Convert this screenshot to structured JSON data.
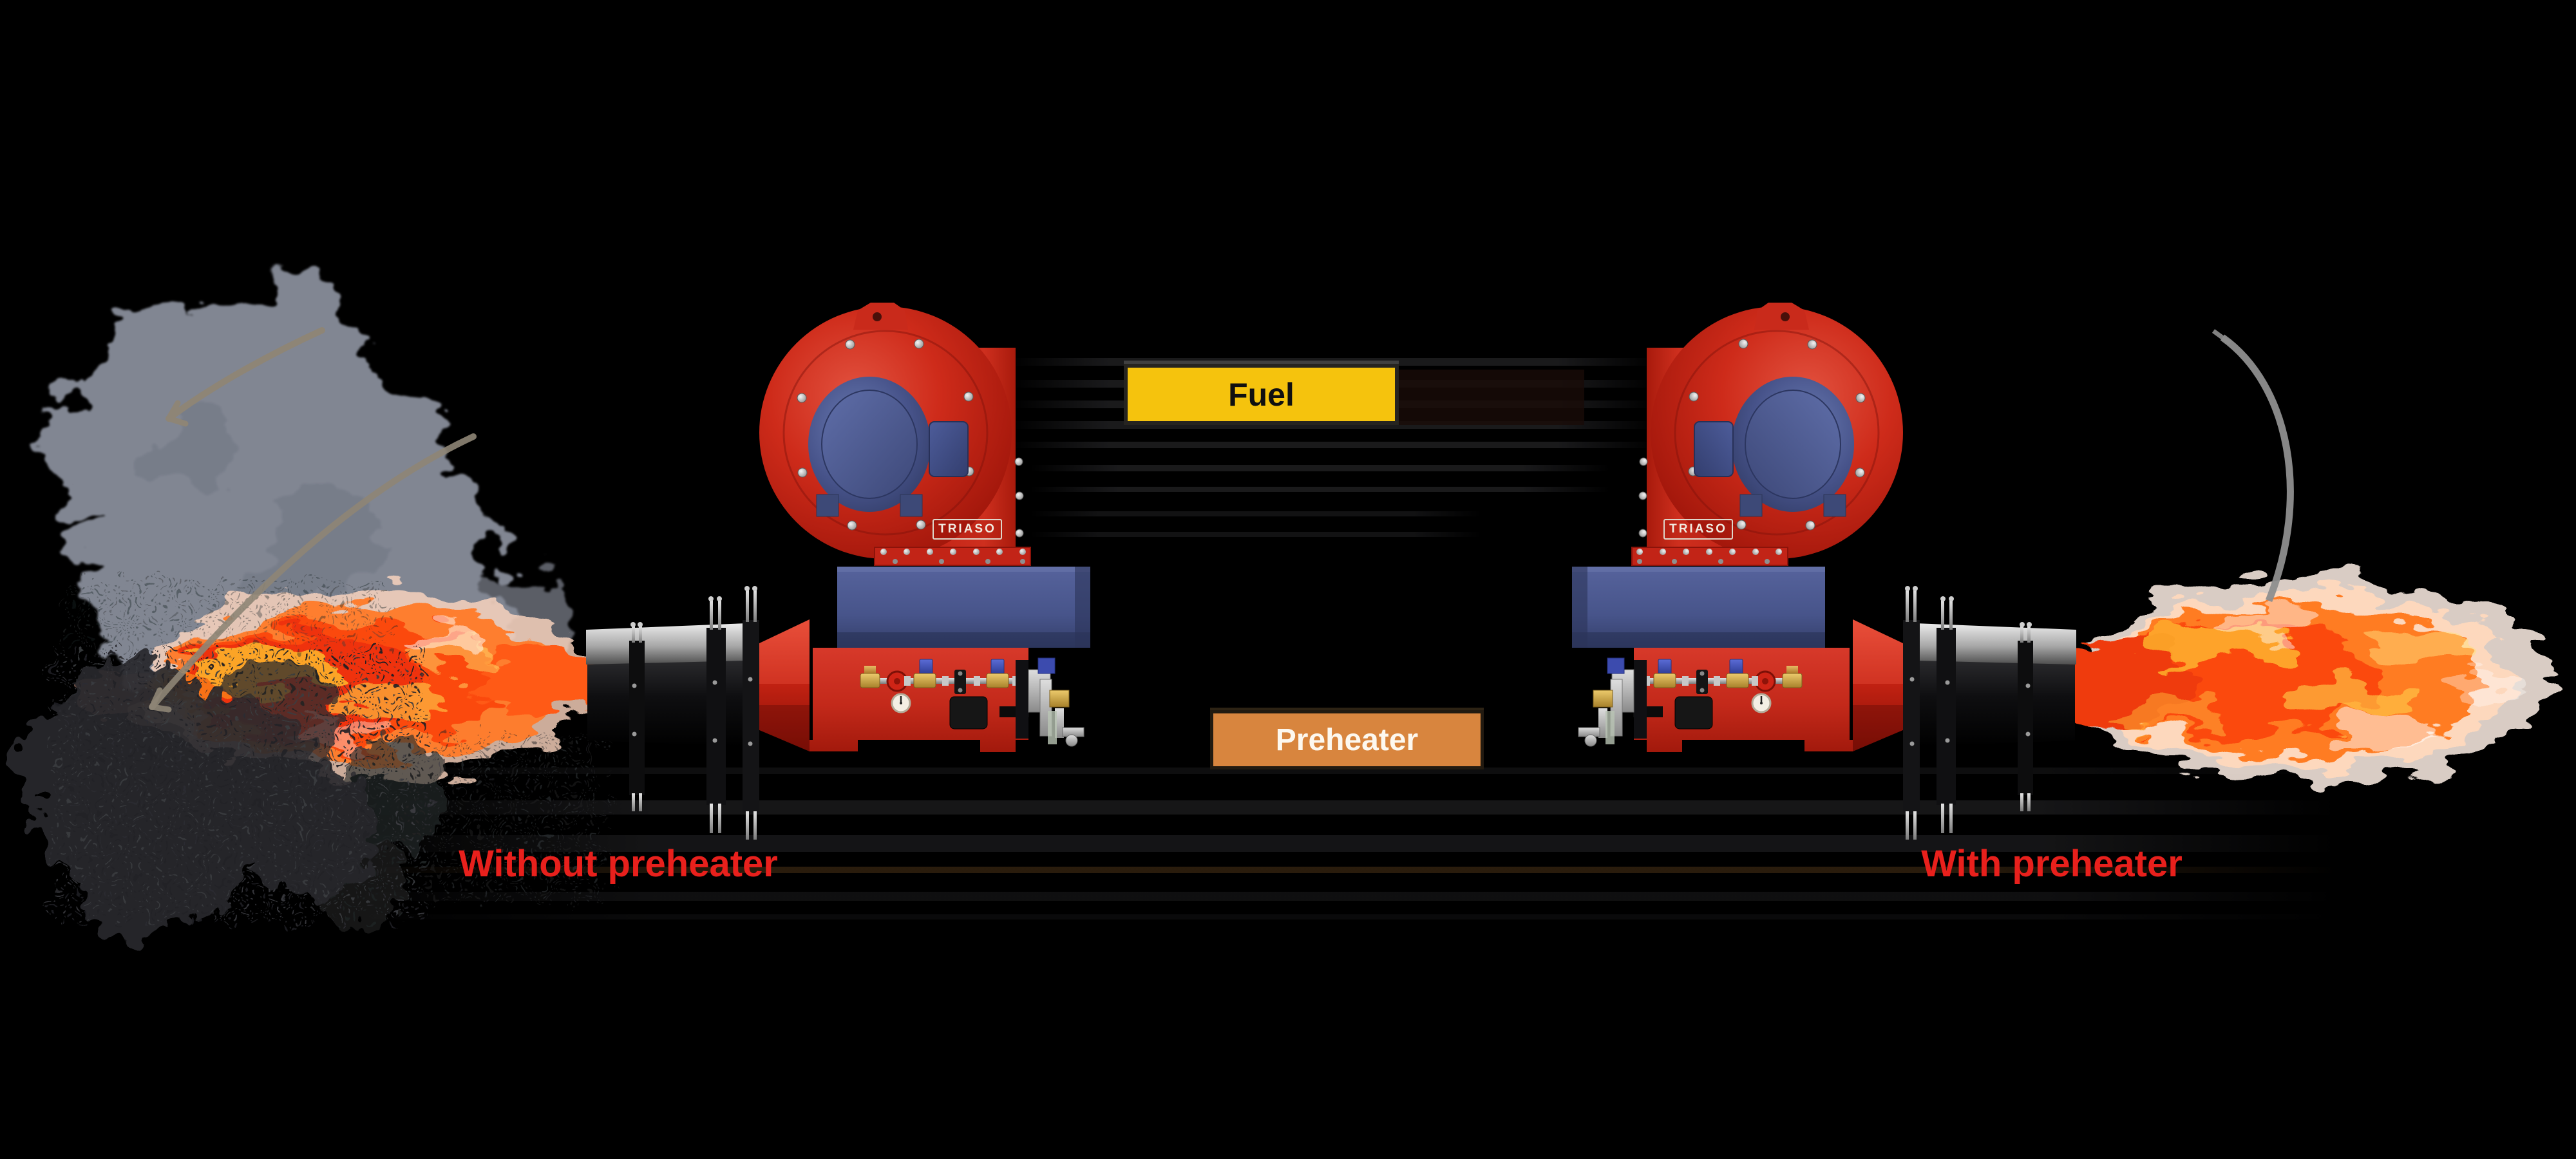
{
  "labels": {
    "fuel": "Fuel",
    "preheater": "Preheater"
  },
  "captions": {
    "without": "Without preheater",
    "with": "With preheater"
  },
  "machine": {
    "brand": "TRIASO"
  },
  "colors": {
    "background": "#000000",
    "fuel_box": "#f5c30d",
    "preheater_box": "#d8853e",
    "caption_red": "#e8201c",
    "burner_red": "#ce2b1a",
    "windbox_blue": "#47548a",
    "motor_blue": "#5d6ca8",
    "flame_orange": "#fb4a10",
    "flame_yellow": "#ffc131",
    "smoke_gray": "#868b97",
    "soot_dark": "#28292d",
    "annotation_arrow": "#8e8576",
    "clean_arc_gray": "#8e8e8e"
  }
}
